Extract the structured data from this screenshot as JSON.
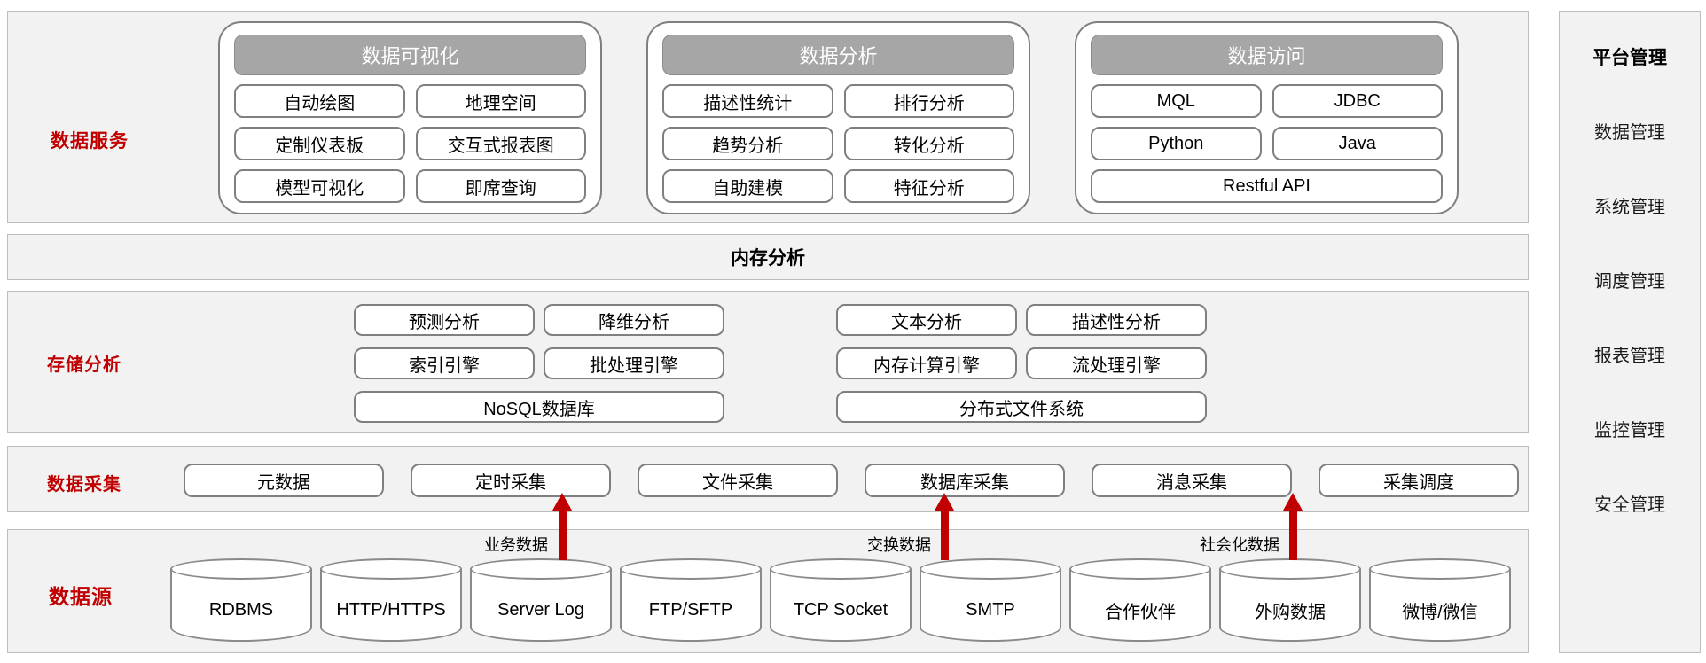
{
  "colors": {
    "accent_red": "#c00000",
    "header_gray": "#a6a6a6",
    "border_gray": "#7f7f7f",
    "band_bg": "#f2f2f2"
  },
  "services": {
    "label": "数据服务",
    "groups": [
      {
        "title": "数据可视化",
        "items": [
          "自动绘图",
          "地理空间",
          "定制仪表板",
          "交互式报表图",
          "模型可视化",
          "即席查询"
        ]
      },
      {
        "title": "数据分析",
        "items": [
          "描述性统计",
          "排行分析",
          "趋势分析",
          "转化分析",
          "自助建模",
          "特征分析"
        ]
      },
      {
        "title": "数据访问",
        "items": [
          "MQL",
          "JDBC",
          "Python",
          "Java"
        ],
        "wide": "Restful API"
      }
    ]
  },
  "memory": {
    "label": "内存分析"
  },
  "storage": {
    "label": "存储分析",
    "left": {
      "items": [
        "预测分析",
        "降维分析",
        "索引引擎",
        "批处理引擎"
      ],
      "wide": "NoSQL数据库"
    },
    "right": {
      "items": [
        "文本分析",
        "描述性分析",
        "内存计算引擎",
        "流处理引擎"
      ],
      "wide": "分布式文件系统"
    }
  },
  "collection": {
    "label": "数据采集",
    "items": [
      "元数据",
      "定时采集",
      "文件采集",
      "数据库采集",
      "消息采集",
      "采集调度"
    ]
  },
  "sources": {
    "label": "数据源",
    "flows": [
      "业务数据",
      "交换数据",
      "社会化数据"
    ],
    "cylinders": [
      "RDBMS",
      "HTTP/HTTPS",
      "Server Log",
      "FTP/SFTP",
      "TCP Socket",
      "SMTP",
      "合作伙伴",
      "外购数据",
      "微博/微信"
    ]
  },
  "platform": {
    "label": "平台管理",
    "items": [
      "数据管理",
      "系统管理",
      "调度管理",
      "报表管理",
      "监控管理",
      "安全管理"
    ]
  }
}
